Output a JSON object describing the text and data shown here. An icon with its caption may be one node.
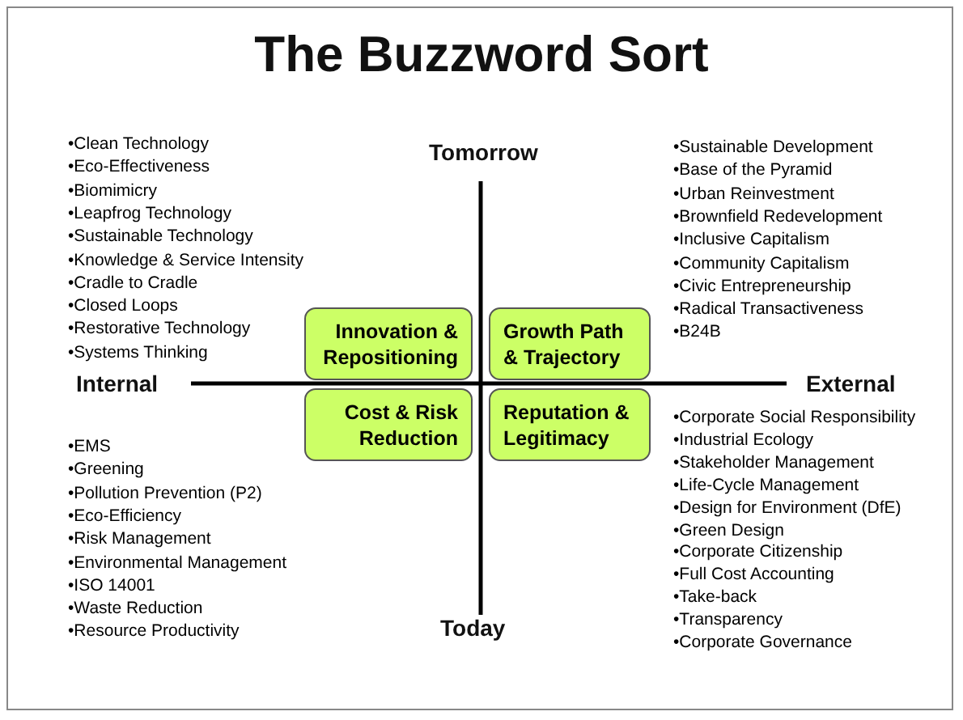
{
  "diagram": {
    "title": "The Buzzword Sort",
    "nodes": [
      {
        "text": [
          "Innovation & Repositioning"
        ]
      },
      {
        "text": [
          "Growth Path & Trajectory"
        ]
      },
      {
        "text": [
          "Cost & Risk Reduction"
        ]
      },
      {
        "text": [
          "Reputation & Legitimacy"
        ]
      }
    ],
    "labels": [
      "Tomorrow",
      "•Clean Technology",
      "•Eco-Effectiveness",
      "•Biomimicry",
      "•Leapfrog Technology",
      "•Sustainable Technology",
      "•Knowledge & Service Intensity",
      "•Cradle to Cradle",
      "•Closed Loops",
      "•Restorative Technology",
      "•Systems Thinking",
      "•Sustainable Development",
      "•Base of the Pyramid",
      "•Urban Reinvestment",
      "•Brownfield Redevelopment",
      "•Inclusive Capitalism",
      "•Community Capitalism",
      "•Civic Entrepreneurship",
      "•Radical Transactiveness",
      "•B24B",
      "Internal",
      "External",
      "•EMS",
      "•Greening",
      "•Pollution Prevention (P2)",
      "•Eco-Efficiency",
      "•Risk Management",
      "•Environmental Management",
      "•ISO 14001",
      "•Waste Reduction",
      "•Resource Productivity",
      "•Corporate Social Responsibility",
      "•Industrial Ecology",
      "•Stakeholder Management",
      "•Life-Cycle Management",
      "•Design for Environment (DfE)",
      "•Green Design",
      "•Corporate Citizenship",
      "•Full Cost Accounting",
      "•Take-back",
      "•Transparency",
      "•Corporate Governance",
      "Today"
    ]
  }
}
